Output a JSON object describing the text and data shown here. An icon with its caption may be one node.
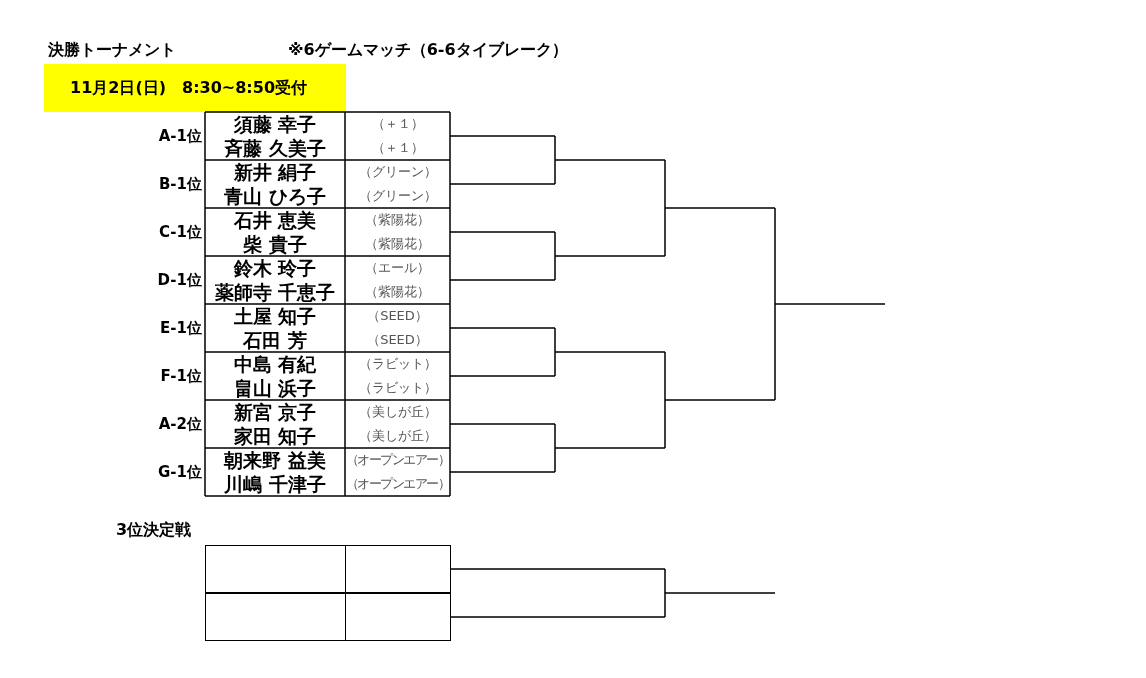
{
  "diagram": {
    "title": "決勝トーナメント",
    "labels": [
      "※6ゲームマッチ（6-6タイブレーク）",
      "11月2日(日)　8:30~8:50受付",
      "A-1位",
      "須藤 幸子",
      "（＋１）",
      "斉藤 久美子",
      "（＋１）",
      "B-1位",
      "新井 絹子",
      "（グリーン）",
      "青山 ひろ子",
      "（グリーン）",
      "C-1位",
      "石井 恵美",
      "（紫陽花）",
      "柴 貴子",
      "（紫陽花）",
      "D-1位",
      "鈴木 玲子",
      "（エール）",
      "薬師寺 千恵子",
      "（紫陽花）",
      "E-1位",
      "土屋 知子",
      "（SEED）",
      "石田 芳",
      "（SEED）",
      "F-1位",
      "中島 有紀",
      "（ラビット）",
      "畠山 浜子",
      "（ラビット）",
      "A-2位",
      "新宮 京子",
      "（美しが丘）",
      "家田 知子",
      "（美しが丘）",
      "G-1位",
      "朝来野 益美",
      "（オープンエアー）",
      "川嶋 千津子",
      "（オープンエアー）",
      "3位決定戦"
    ]
  }
}
